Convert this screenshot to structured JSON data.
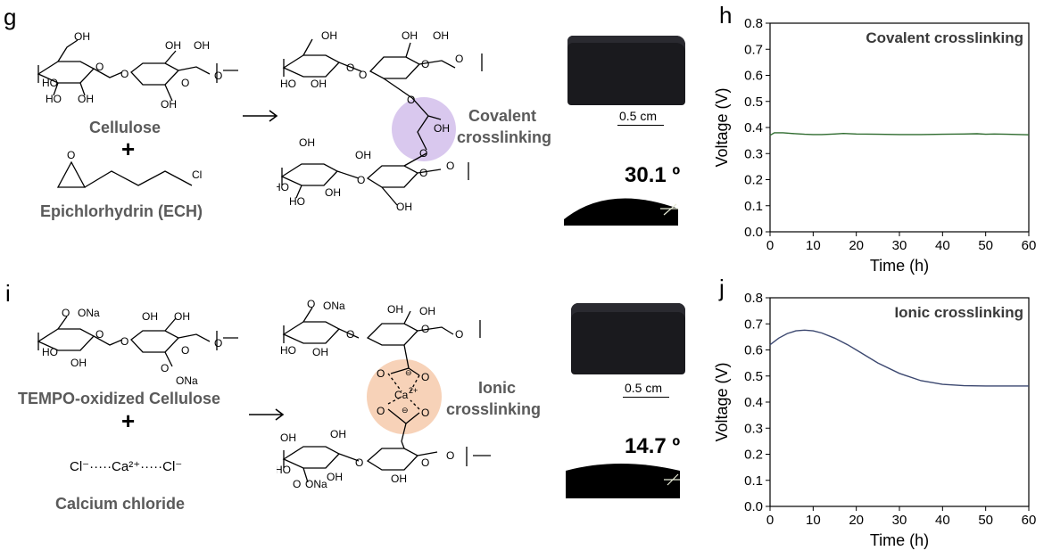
{
  "panels": {
    "g": {
      "letter": "g",
      "reactant1": "Cellulose",
      "plus": "+",
      "reactant2": "Epichlorhydrin (ECH)",
      "crosslink_label_1": "Covalent",
      "crosslink_label_2": "crosslinking",
      "scale_bar": "0.5 cm",
      "contact_angle": "30.1 º"
    },
    "i": {
      "letter": "i",
      "reactant1": "TEMPO-oxidized Cellulose",
      "plus": "+",
      "reactant2": "Calcium chloride",
      "cacl2_formula": "Cl⁻·····Ca²⁺·····Cl⁻",
      "crosslink_label_1": "Ionic",
      "crosslink_label_2": "crosslinking",
      "scale_bar": "0.5 cm",
      "contact_angle": "14.7 º"
    },
    "h": {
      "letter": "h"
    },
    "j": {
      "letter": "j"
    }
  },
  "chem_labels": {
    "OH": "OH",
    "O": "O",
    "Cl": "Cl",
    "ONa": "ONa",
    "Ca": "Ca",
    "ca_charge": "2+",
    "minus": "⊖"
  },
  "colors": {
    "covalent_highlight": "#d9c8ee",
    "ionic_highlight": "#f7d2b8",
    "covalent_line": "#2e6b2e",
    "ionic_line": "#3c4870",
    "gel": "#1a1a1e"
  },
  "chart_data": [
    {
      "type": "line",
      "panel": "h",
      "title": "Covalent crosslinking",
      "xlabel": "Time (h)",
      "ylabel": "Voltage (V)",
      "xlim": [
        0,
        60
      ],
      "ylim": [
        0.0,
        0.8
      ],
      "xticks": [
        "0",
        "10",
        "20",
        "30",
        "40",
        "50",
        "60"
      ],
      "yticks": [
        "0.0",
        "0.1",
        "0.2",
        "0.3",
        "0.4",
        "0.5",
        "0.6",
        "0.7",
        "0.8"
      ],
      "x": [
        0,
        1,
        3,
        5,
        8,
        10,
        12,
        15,
        17,
        20,
        25,
        30,
        35,
        40,
        45,
        48,
        50,
        52,
        55,
        58,
        60
      ],
      "y": [
        0.37,
        0.38,
        0.38,
        0.377,
        0.374,
        0.373,
        0.373,
        0.375,
        0.377,
        0.375,
        0.374,
        0.373,
        0.373,
        0.374,
        0.375,
        0.376,
        0.374,
        0.375,
        0.374,
        0.373,
        0.372
      ],
      "color": "#2e6b2e"
    },
    {
      "type": "line",
      "panel": "j",
      "title": "Ionic crosslinking",
      "xlabel": "Time (h)",
      "ylabel": "Voltage (V)",
      "xlim": [
        0,
        60
      ],
      "ylim": [
        0.0,
        0.8
      ],
      "xticks": [
        "0",
        "10",
        "20",
        "30",
        "40",
        "50",
        "60"
      ],
      "yticks": [
        "0.0",
        "0.1",
        "0.2",
        "0.3",
        "0.4",
        "0.5",
        "0.6",
        "0.7",
        "0.8"
      ],
      "x": [
        0,
        2,
        4,
        6,
        8,
        10,
        12,
        15,
        18,
        20,
        25,
        30,
        35,
        40,
        45,
        50,
        55,
        60
      ],
      "y": [
        0.62,
        0.645,
        0.663,
        0.673,
        0.676,
        0.673,
        0.665,
        0.645,
        0.62,
        0.6,
        0.55,
        0.51,
        0.482,
        0.468,
        0.463,
        0.462,
        0.462,
        0.462
      ],
      "color": "#3c4870"
    }
  ]
}
